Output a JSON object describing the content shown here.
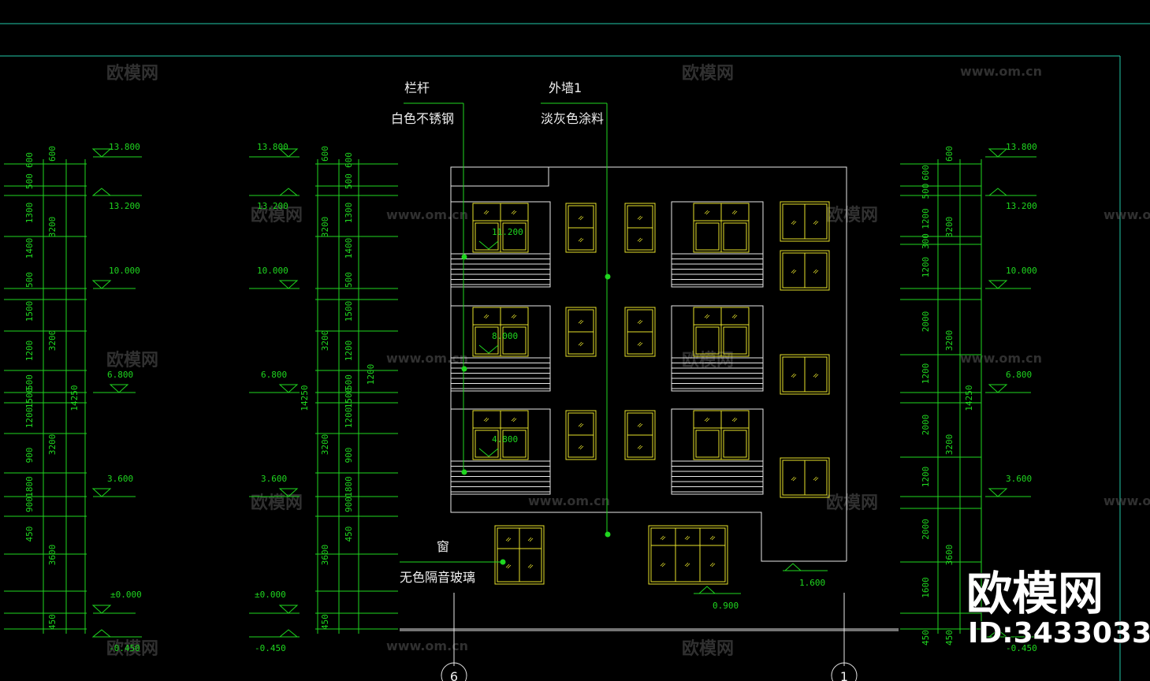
{
  "drawing": {
    "annotations": {
      "railing_label": "栏杆",
      "railing_material": "白色不锈钢",
      "wall_label": "外墙1",
      "wall_material": "淡灰色涂料",
      "window_label": "窗",
      "window_material": "无色隔音玻璃"
    },
    "axis_left": "6",
    "axis_right": "1",
    "ground_right_level": "1.600",
    "ground_center_level": "0.900",
    "floor_marks_in_elevation": [
      "11.200",
      "8.000",
      "4.800"
    ],
    "columns": {
      "col1": {
        "levels": [
          "13.800",
          "13.200",
          "10.000",
          "6.800",
          "3.600",
          "±0.000",
          "-0.450"
        ],
        "segments": [
          "600",
          "500",
          "1300",
          "1400",
          "500",
          "1500",
          "1200",
          "500",
          "1500",
          "1200",
          "900",
          "1800",
          "900",
          "450"
        ],
        "floors": [
          "600",
          "3200",
          "3200",
          "3200",
          "3600",
          "450"
        ],
        "total": "14250"
      },
      "col2": {
        "levels": [
          "13.800",
          "13.200",
          "10.000",
          "6.800",
          "3.600",
          "±0.000",
          "-0.450"
        ],
        "segments": [
          "600",
          "500",
          "1300",
          "1400",
          "500",
          "1500",
          "1200",
          "500",
          "1500",
          "1200",
          "900",
          "1800",
          "900",
          "450"
        ],
        "floors": [
          "600",
          "3200",
          "3200",
          "3200",
          "3600",
          "450"
        ],
        "extra": "1200",
        "total": "14250"
      },
      "col3": {
        "levels": [
          "13.800",
          "13.200",
          "10.000",
          "6.800",
          "3.600",
          "-0.450"
        ],
        "segments": [
          "600",
          "500",
          "1200",
          "300",
          "1200",
          "2000",
          "1200",
          "2000",
          "1200",
          "2000",
          "1600",
          "450"
        ],
        "floors": [
          "600",
          "3200",
          "3200",
          "3200",
          "3600",
          "450"
        ],
        "total": "14250"
      }
    }
  },
  "watermark": {
    "site": "www.om.cn",
    "brand": "欧模网",
    "id_text": "ID:3433033"
  },
  "colors": {
    "dimension": "#1fd71f",
    "frame": "#22c9a8",
    "outline": "#e8e8e8",
    "window": "#e6e12a"
  }
}
